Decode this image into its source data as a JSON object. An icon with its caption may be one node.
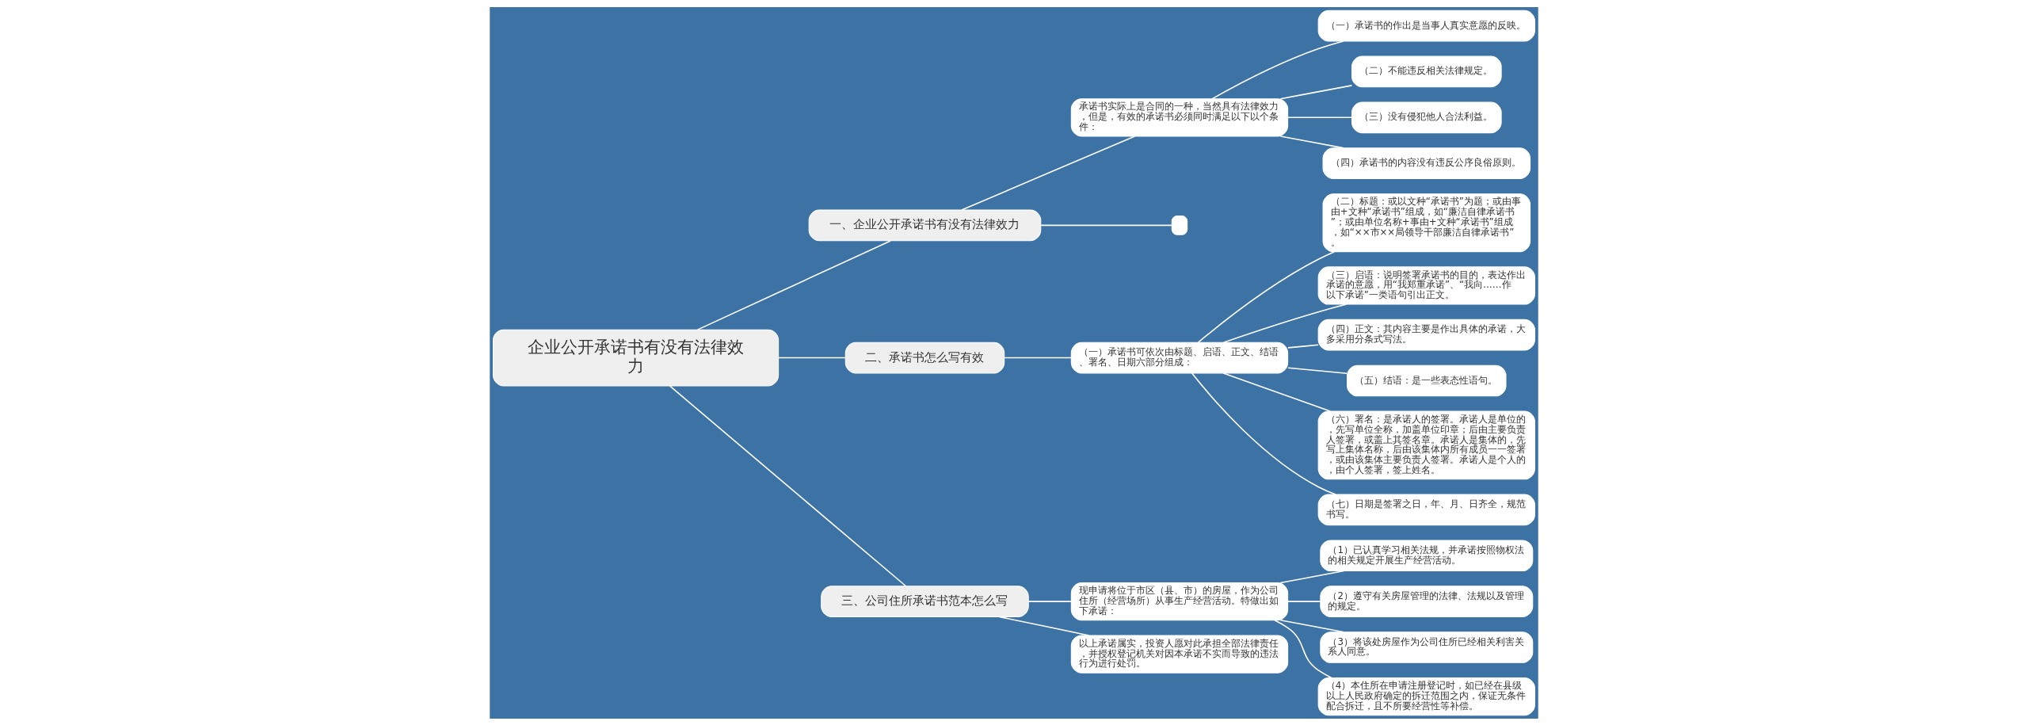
{
  "diagram": {
    "nodes": [
      {
        "text": [
          "企业公开承诺书有没有法律效力"
        ]
      },
      {
        "text": [
          "一、企业公开承诺书有没有法律效力"
        ]
      },
      {
        "text": [
          "承诺书实际上是合同的一种，当然具有法律效力，但是，有效的承诺书必须同时满足以下以个条件："
        ]
      },
      {
        "text": [
          "（一）承诺书的作出是当事人真实意愿的反映。"
        ]
      },
      {
        "text": [
          "（二）不能违反相关法律规定。"
        ]
      },
      {
        "text": [
          "（三）没有侵犯他人合法利益。"
        ]
      },
      {
        "text": [
          "（四）承诺书的内容没有违反公序良俗原则。"
        ]
      },
      {
        "text": [],
        "shape": "box"
      },
      {
        "text": [
          "二、承诺书怎么写有效"
        ]
      },
      {
        "text": [
          "（一）承诺书可依次由标题、启语、正文、结语、署名、日期六部分组成："
        ]
      },
      {
        "text": [
          "（二）标题：或以文种“承诺书”为题；或由事由+文种“承诺书”组成，如“廉洁自律承诺书”；或由单位名称+事由+文种“承诺书”组成，如“××市××局领导干部廉洁自律承诺书”。"
        ]
      },
      {
        "text": [
          "（三）启语：说明签署承诺书的目的，表达作出承诺的意愿，用“我郑重承诺”、“我向……作以下承诺”一类语句引出正文。"
        ]
      },
      {
        "text": [
          "（四）正文：其内容主要是作出具体的承诺，大多采用分条式写法。"
        ]
      },
      {
        "text": [
          "（五）结语：是一些表态性语句。"
        ]
      },
      {
        "text": [
          "（六）署名：是承诺人的签署。承诺人是单位的，先写单位全称，加盖单位印章；后由主要负责人签署，或盖上其签名章。承诺人是集体的，先写上集体名称，后由该集体内所有成员一一签署，或由该集体主要负责人签署。承诺人是个人的，由个人签署，签上姓名。"
        ]
      },
      {
        "text": [
          "（七）日期是签署之日，年、月、日齐全，规范书写。"
        ]
      },
      {
        "text": [
          "三、公司住所承诺书范本怎么写"
        ]
      },
      {
        "text": [
          "现申请将位于市区（县、市）的房屋，作为公司住所（经营场所）从事生产经营活动。特做出如下承诺："
        ]
      },
      {
        "text": [
          "（1）已认真学习相关法规，并承诺按照物权法的相关规定开展生产经营活动。"
        ]
      },
      {
        "text": [
          "（2）遵守有关房屋管理的法律、法规以及管理的规定。"
        ]
      },
      {
        "text": [
          "（3）将该处房屋作为公司住所已经相关利害关系人同意。"
        ]
      },
      {
        "text": [
          "（4）本住所在申请注册登记时，如已经在县级以上人民政府确定的拆迁范围之内，保证无条件配合拆迁，且不所要经营性等补偿。"
        ]
      },
      {
        "text": [
          "以上承诺属实，投资人愿对此承担全部法律责任，并授权登记机关对因本承诺不实而导致的违法行为进行处罚。"
        ]
      }
    ],
    "edges": [
      {
        "from": 0,
        "to": 1,
        "arrow": "none"
      },
      {
        "from": 1,
        "to": 2,
        "arrow": "none"
      },
      {
        "from": 2,
        "to": 3,
        "arrow": "none"
      },
      {
        "from": 2,
        "to": 4,
        "arrow": "none"
      },
      {
        "from": 2,
        "to": 5,
        "arrow": "none"
      },
      {
        "from": 2,
        "to": 6,
        "arrow": "none"
      },
      {
        "from": 1,
        "to": 7,
        "arrow": "none"
      },
      {
        "from": 0,
        "to": 8,
        "arrow": "none"
      },
      {
        "from": 8,
        "to": 9,
        "arrow": "none"
      },
      {
        "from": 9,
        "to": 10,
        "arrow": "none"
      },
      {
        "from": 9,
        "to": 11,
        "arrow": "none"
      },
      {
        "from": 9,
        "to": 12,
        "arrow": "none"
      },
      {
        "from": 9,
        "to": 13,
        "arrow": "none"
      },
      {
        "from": 9,
        "to": 14,
        "arrow": "none"
      },
      {
        "from": 9,
        "to": 15,
        "arrow": "none"
      },
      {
        "from": 0,
        "to": 16,
        "arrow": "none"
      },
      {
        "from": 16,
        "to": 17,
        "arrow": "none"
      },
      {
        "from": 17,
        "to": 18,
        "arrow": "none"
      },
      {
        "from": 17,
        "to": 19,
        "arrow": "none"
      },
      {
        "from": 17,
        "to": 20,
        "arrow": "none"
      },
      {
        "from": 17,
        "to": 21,
        "arrow": "none"
      },
      {
        "from": 16,
        "to": 22,
        "arrow": "none"
      }
    ]
  }
}
